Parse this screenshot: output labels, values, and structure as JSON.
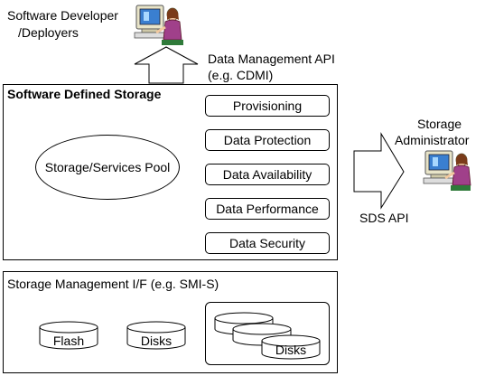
{
  "developer": {
    "label_line1": "Software Developer",
    "label_line2": "/Deployers"
  },
  "data_mgmt_api": {
    "line1": "Data Management API",
    "line2": "(e.g. CDMI)"
  },
  "sds": {
    "title": "Software Defined Storage",
    "pool_label": "Storage/Services Pool",
    "services": [
      "Provisioning",
      "Data Protection",
      "Data Availability",
      "Data Performance",
      "Data Security"
    ]
  },
  "sds_api": {
    "label": "SDS API"
  },
  "admin": {
    "label_line1": "Storage",
    "label_line2": "Administrator"
  },
  "storage_mgmt": {
    "title": "Storage Management I/F (e.g. SMI-S)",
    "flash_label": "Flash",
    "disks_label": "Disks",
    "disks_group_label": "Disks"
  }
}
